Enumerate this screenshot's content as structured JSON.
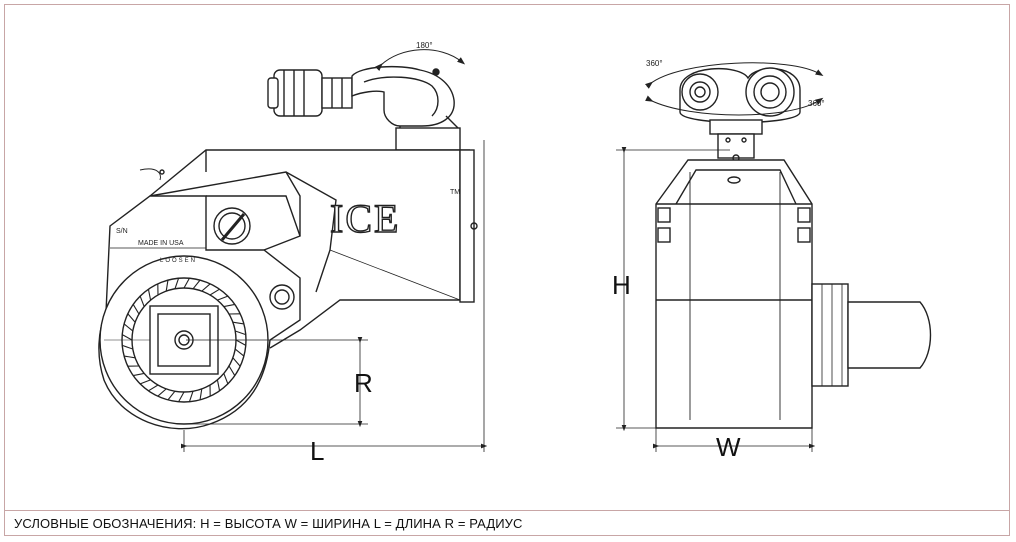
{
  "drawing": {
    "brand": "ICE",
    "trademark": "TM",
    "rotation_left": "180°",
    "rotation_right_top": "360°",
    "rotation_right_bottom": "360°",
    "plate_sn": "S/N",
    "plate_made": "MADE IN USA",
    "plate_loosen": "LOOSEN",
    "dim_r": "R",
    "dim_l": "L",
    "dim_h": "H",
    "dim_w": "W"
  },
  "legend": {
    "text": "УСЛОВНЫЕ ОБОЗНАЧЕНИЯ:  H = ВЫСОТА  W = ШИРИНА  L = ДЛИНА  R = РАДИУС"
  },
  "colors": {
    "frame": "#c8a6a6",
    "line": "#222222"
  }
}
